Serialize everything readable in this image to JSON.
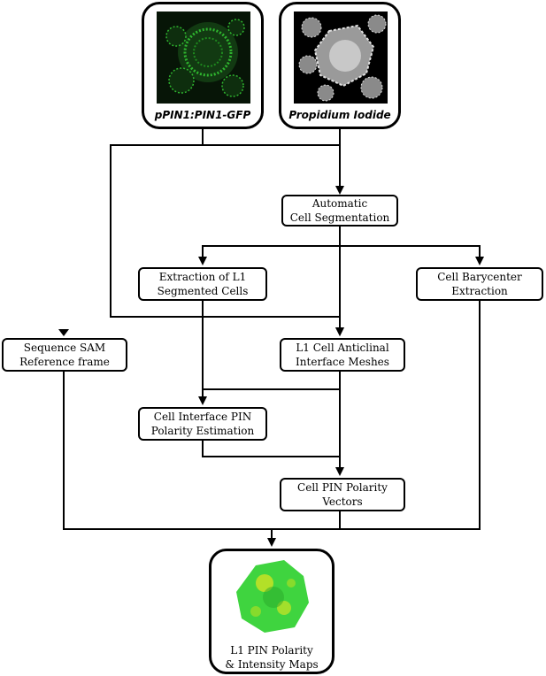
{
  "inputs": {
    "pin1": {
      "label": "pPIN1:PIN1-GFP"
    },
    "pi": {
      "label": "Propidium Iodide"
    }
  },
  "nodes": {
    "segmentation": "Automatic\nCell Segmentation",
    "l1_extraction": "Extraction of L1\nSegmented Cells",
    "barycenter": "Cell Barycenter\nExtraction",
    "sam_frame": "Sequence SAM\nReference frame",
    "meshes": "L1 Cell Anticlinal\nInterface Meshes",
    "interface_pin": "Cell Interface PIN\nPolarity Estimation",
    "pin_vectors": "Cell PIN Polarity\nVectors"
  },
  "output": {
    "label": "L1 PIN Polarity\n& Intensity Maps"
  },
  "colors": {
    "gfp": "#2fb52f",
    "output_green": "#3fd43f",
    "output_yellow": "#e6e620",
    "edge": "#000000"
  }
}
